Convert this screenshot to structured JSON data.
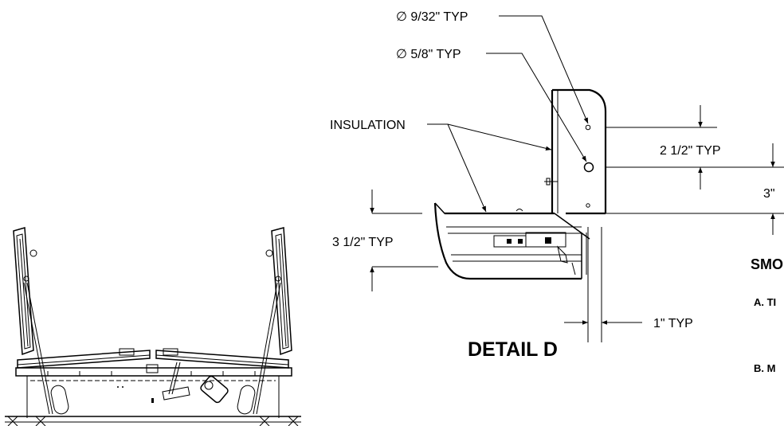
{
  "labels": {
    "hole_small": "∅ 9/32\" TYP",
    "hole_large": "∅ 5/8\" TYP",
    "insulation": "INSULATION",
    "dim_2_1_2": "2 1/2\" TYP",
    "dim_3": "3\"",
    "dim_3_1_2": "3 1/2\" TYP",
    "dim_1": "1\" TYP",
    "detail_title": "DETAIL D",
    "side_heading": "SMO",
    "note_a": "A. TI",
    "note_b": "B. M"
  },
  "icons": {
    "dimension_arrow": "arrowhead",
    "leader_arrow": "arrowhead"
  }
}
